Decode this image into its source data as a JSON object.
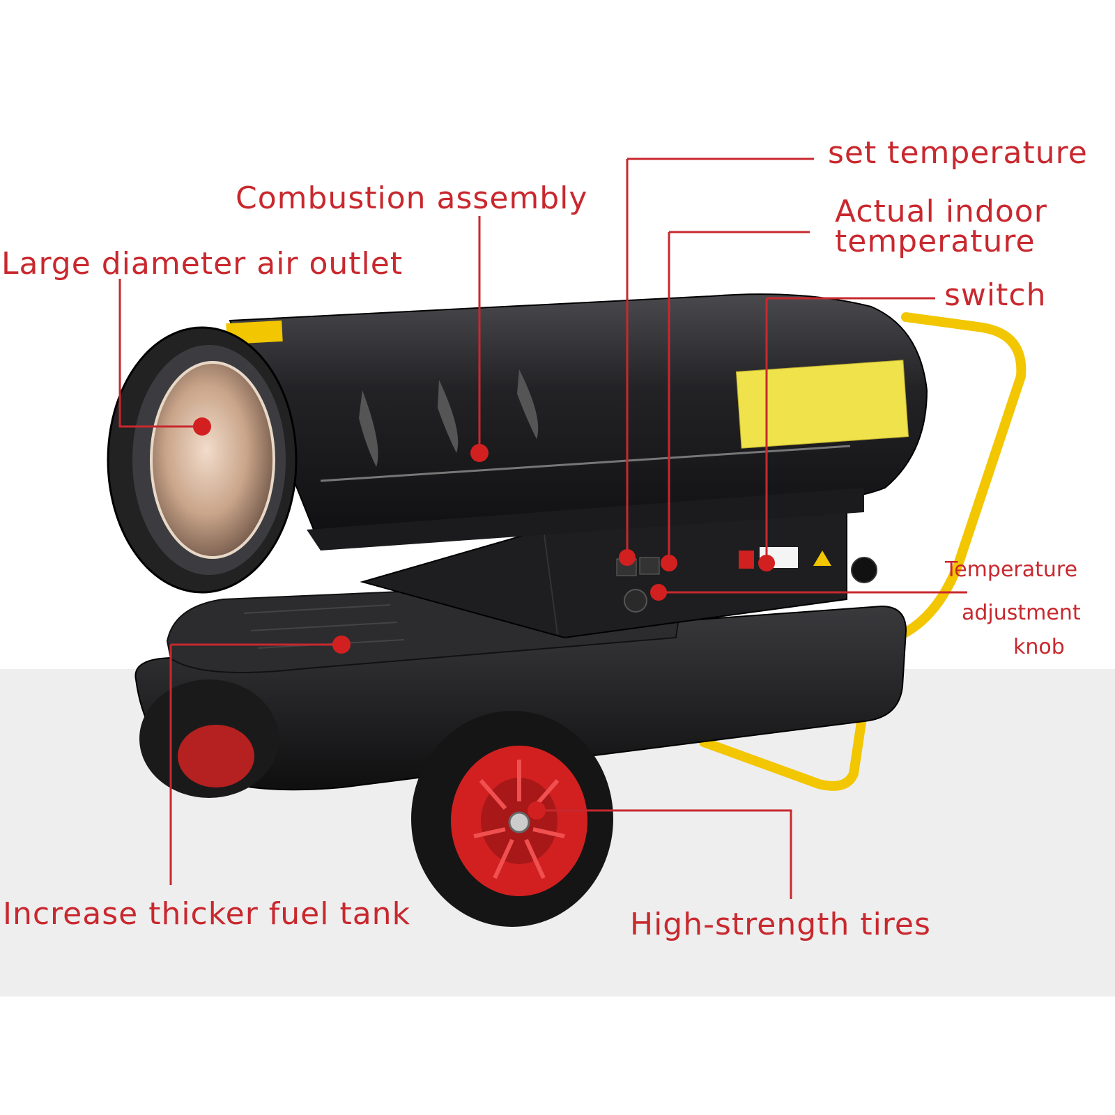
{
  "labels": {
    "set_temperature": "set temperature",
    "combustion_assembly": "Combustion assembly",
    "actual_indoor_line1": "Actual indoor",
    "actual_indoor_line2": "temperature",
    "large_outlet": "Large diameter air outlet",
    "switch": "switch",
    "temp_knob_line1": "Temperature",
    "temp_knob_line2": "adjustment",
    "temp_knob_line3": "knob",
    "fuel_tank": "Increase thicker fuel tank",
    "tires": "High-strength tires"
  },
  "colors": {
    "annotation": "#c8282e",
    "body": "#1c1c1e",
    "handle": "#f2c600",
    "wheel_rim": "#d22020",
    "nozzle": "#c9a58a",
    "floor": "#eeeeee"
  }
}
